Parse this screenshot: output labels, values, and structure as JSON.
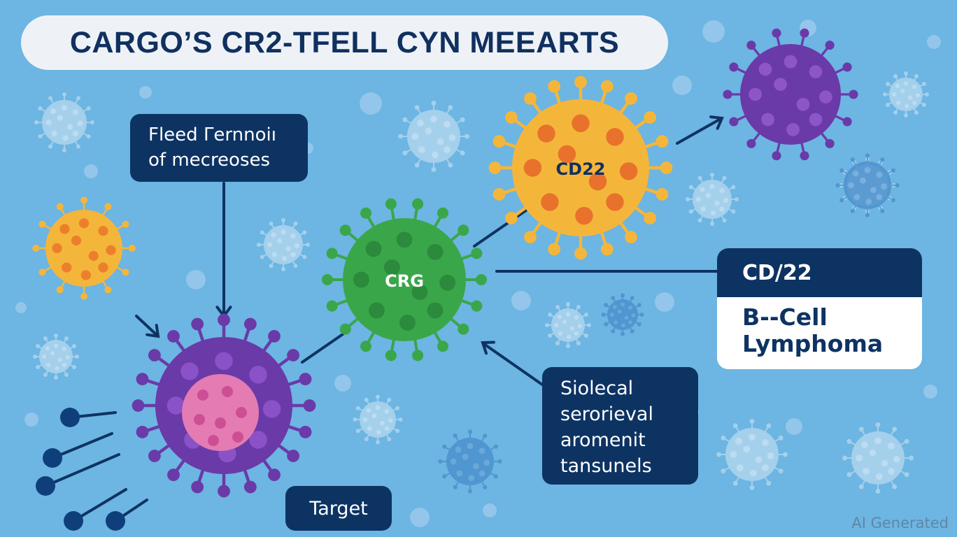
{
  "title": "CARGO’S CR2-TFELL CYN MEEARTS",
  "callouts": {
    "top_left": [
      "Fleed Γernnoiı",
      "of mecreoses"
    ],
    "bottom_middle": [
      "Siolecal",
      "serorieval",
      "aromenit",
      "tansunels"
    ],
    "target": "Target"
  },
  "target_box": {
    "header": "CD/22",
    "body": [
      "B--Cell",
      "Lymphoma"
    ]
  },
  "virus_labels": {
    "green": "CRG",
    "yellow": "CD22"
  },
  "watermark": "AI Generated",
  "colors": {
    "background": "#6db5e2",
    "navy": "#0d3363",
    "green": "#3aa64a",
    "yellow": "#f4b63a",
    "orange": "#e8722c",
    "purple": "#6a3aa8",
    "pink": "#e47bb3"
  }
}
